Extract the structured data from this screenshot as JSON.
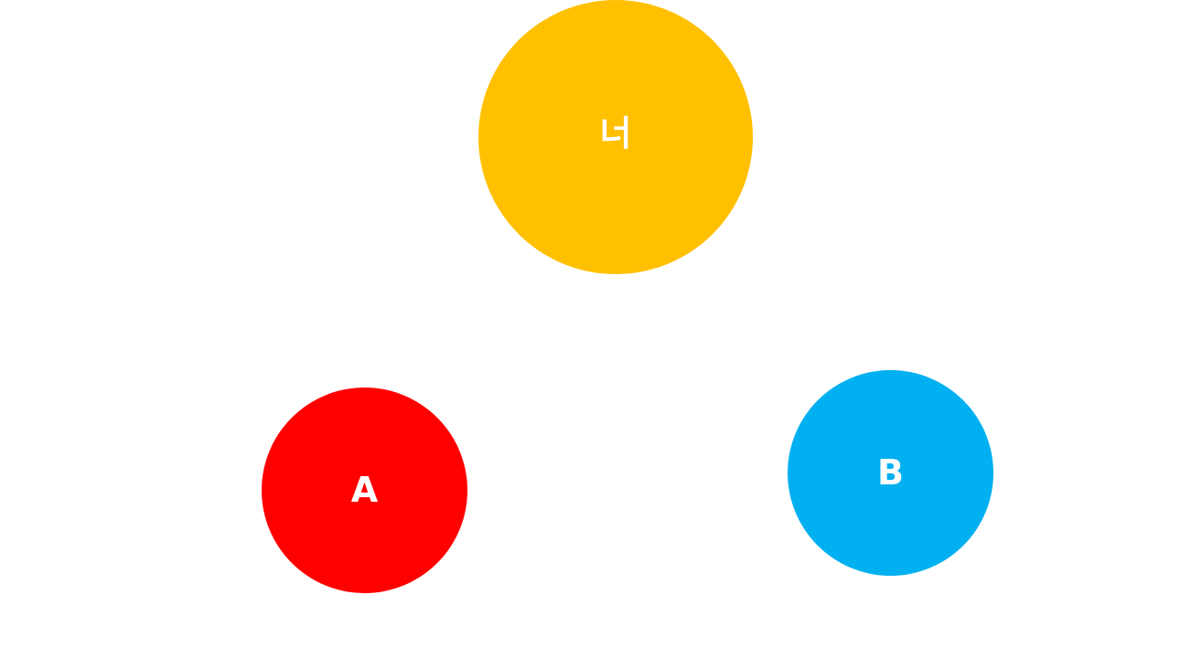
{
  "nodes": {
    "top": {
      "label": "너",
      "color": "#FFC000"
    },
    "left": {
      "label": "A",
      "color": "#FF0000"
    },
    "right": {
      "label": "B",
      "color": "#00B0F0"
    }
  }
}
